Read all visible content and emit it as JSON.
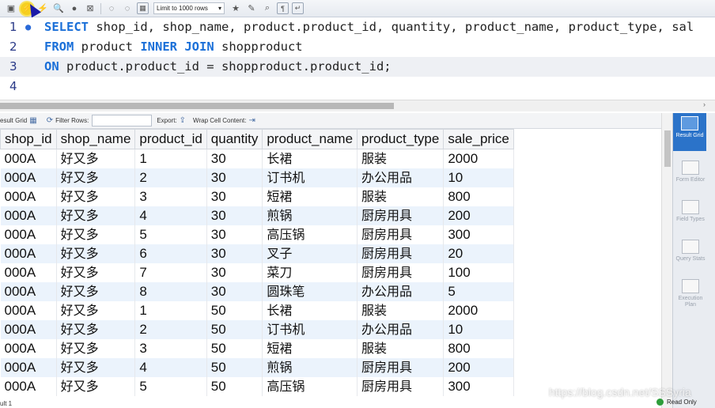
{
  "toolbar": {
    "limit_label": "Limit to 1000 rows"
  },
  "editor": {
    "lines": [
      {
        "num": "1",
        "kw1": "SELECT",
        "text1": " shop_id, shop_name, product.product_id, quantity, product_name, product_type, sal"
      },
      {
        "num": "2",
        "kw1": "FROM",
        "text1": " product ",
        "kw2": "INNER JOIN",
        "text2": " shopproduct"
      },
      {
        "num": "3",
        "kw1": "ON",
        "text1": " product.product_id = shopproduct.product_id;"
      },
      {
        "num": "4"
      }
    ]
  },
  "result_toolbar": {
    "grid_label": "esult Grid",
    "filter_label": "Filter Rows:",
    "export_label": "Export:",
    "wrap_label": "Wrap Cell Content:"
  },
  "grid": {
    "columns": [
      "shop_id",
      "shop_name",
      "product_id",
      "quantity",
      "product_name",
      "product_type",
      "sale_price"
    ],
    "rows": [
      [
        "000A",
        "好又多",
        "1",
        "30",
        "长裙",
        "服装",
        "2000"
      ],
      [
        "000A",
        "好又多",
        "2",
        "30",
        "订书机",
        "办公用品",
        "10"
      ],
      [
        "000A",
        "好又多",
        "3",
        "30",
        "短裙",
        "服装",
        "800"
      ],
      [
        "000A",
        "好又多",
        "4",
        "30",
        "煎锅",
        "厨房用具",
        "200"
      ],
      [
        "000A",
        "好又多",
        "5",
        "30",
        "高压锅",
        "厨房用具",
        "300"
      ],
      [
        "000A",
        "好又多",
        "6",
        "30",
        "叉子",
        "厨房用具",
        "20"
      ],
      [
        "000A",
        "好又多",
        "7",
        "30",
        "菜刀",
        "厨房用具",
        "100"
      ],
      [
        "000A",
        "好又多",
        "8",
        "30",
        "圆珠笔",
        "办公用品",
        "5"
      ],
      [
        "000A",
        "好又多",
        "1",
        "50",
        "长裙",
        "服装",
        "2000"
      ],
      [
        "000A",
        "好又多",
        "2",
        "50",
        "订书机",
        "办公用品",
        "10"
      ],
      [
        "000A",
        "好又多",
        "3",
        "50",
        "短裙",
        "服装",
        "800"
      ],
      [
        "000A",
        "好又多",
        "4",
        "50",
        "煎锅",
        "厨房用具",
        "200"
      ],
      [
        "000A",
        "好又多",
        "5",
        "50",
        "高压锅",
        "厨房用具",
        "300"
      ]
    ]
  },
  "side_panel": {
    "items": [
      "Result Grid",
      "Form Editor",
      "Field Types",
      "Query Stats",
      "Execution Plan"
    ],
    "read_only": "Read Only"
  },
  "bottom": {
    "result_tab": "ult 1"
  },
  "watermark": "https://blog.csdn.net/SSSyria"
}
